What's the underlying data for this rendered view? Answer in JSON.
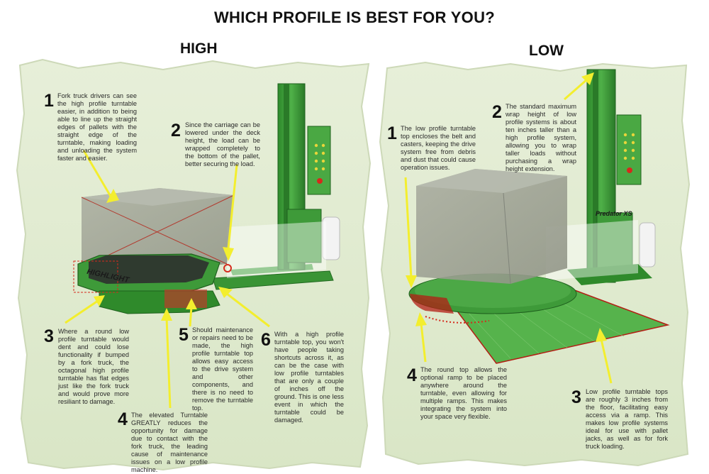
{
  "title": "WHICH PROFILE IS BEST FOR YOU?",
  "high": {
    "heading": "HIGH",
    "brand": "HIGHLIGHT",
    "notes": [
      {
        "num": "1",
        "text": "Fork truck drivers can see the high profile turntable easier, in addition to being able to line up the straight edges of pallets with the straight edge of the turntable, making loading and unloading the system faster and easier."
      },
      {
        "num": "2",
        "text": "Since the carriage can be lowered under the deck height, the load can be wrapped completely to the bottom of the pallet, better securing the load."
      },
      {
        "num": "3",
        "text": "Where a round low profile turntable would dent and could lose functionality if bumped by a fork truck, the octagonal high profile turntable has flat edges just like the fork truck and would prove more resiliant to damage."
      },
      {
        "num": "4",
        "text": "The elevated Turntable GREATLY reduces the opportunity for damage due to contact with the fork truck, the leading cause of maintenance issues on a low profile machine."
      },
      {
        "num": "5",
        "text": "Should maintenance or repairs need to be made, the high profile turntable top allows easy access to the drive system and other components, and there is no need to remove the turntable top."
      },
      {
        "num": "6",
        "text": "With a high profile turntable top, you won't have people taking shortcuts across it, as can be the case with low profile turntables that are only a couple of inches off the ground. This is one less event in which the turntable could be damaged."
      }
    ]
  },
  "low": {
    "heading": "LOW",
    "brand": "Predator XS",
    "notes": [
      {
        "num": "1",
        "text": "The low profile turntable top encloses the belt and casters, keeping the drive system free from debris and dust that could cause operation issues."
      },
      {
        "num": "2",
        "text": "The standard maximum wrap height of low profile systems is about ten inches taller than a high profile system, allowing you to wrap taller loads without purchasing a wrap height extension."
      },
      {
        "num": "3",
        "text": "Low profile turntable tops are roughly 3 inches from the floor, facilitating easy access via a ramp. This makes low profile systems ideal for use with pallet jacks, as well as for fork truck loading."
      },
      {
        "num": "4",
        "text": "The round top allows the optional ramp to be placed anywhere around the turntable, even allowing for multiple ramps. This makes integrating the system into your space very flexible."
      }
    ]
  },
  "colors": {
    "green": "#3f9b3a",
    "dark_green": "#2b7a2a",
    "paper": "#dfe9cf",
    "arrow": "#f3ee2e",
    "red": "#d52a1c"
  }
}
